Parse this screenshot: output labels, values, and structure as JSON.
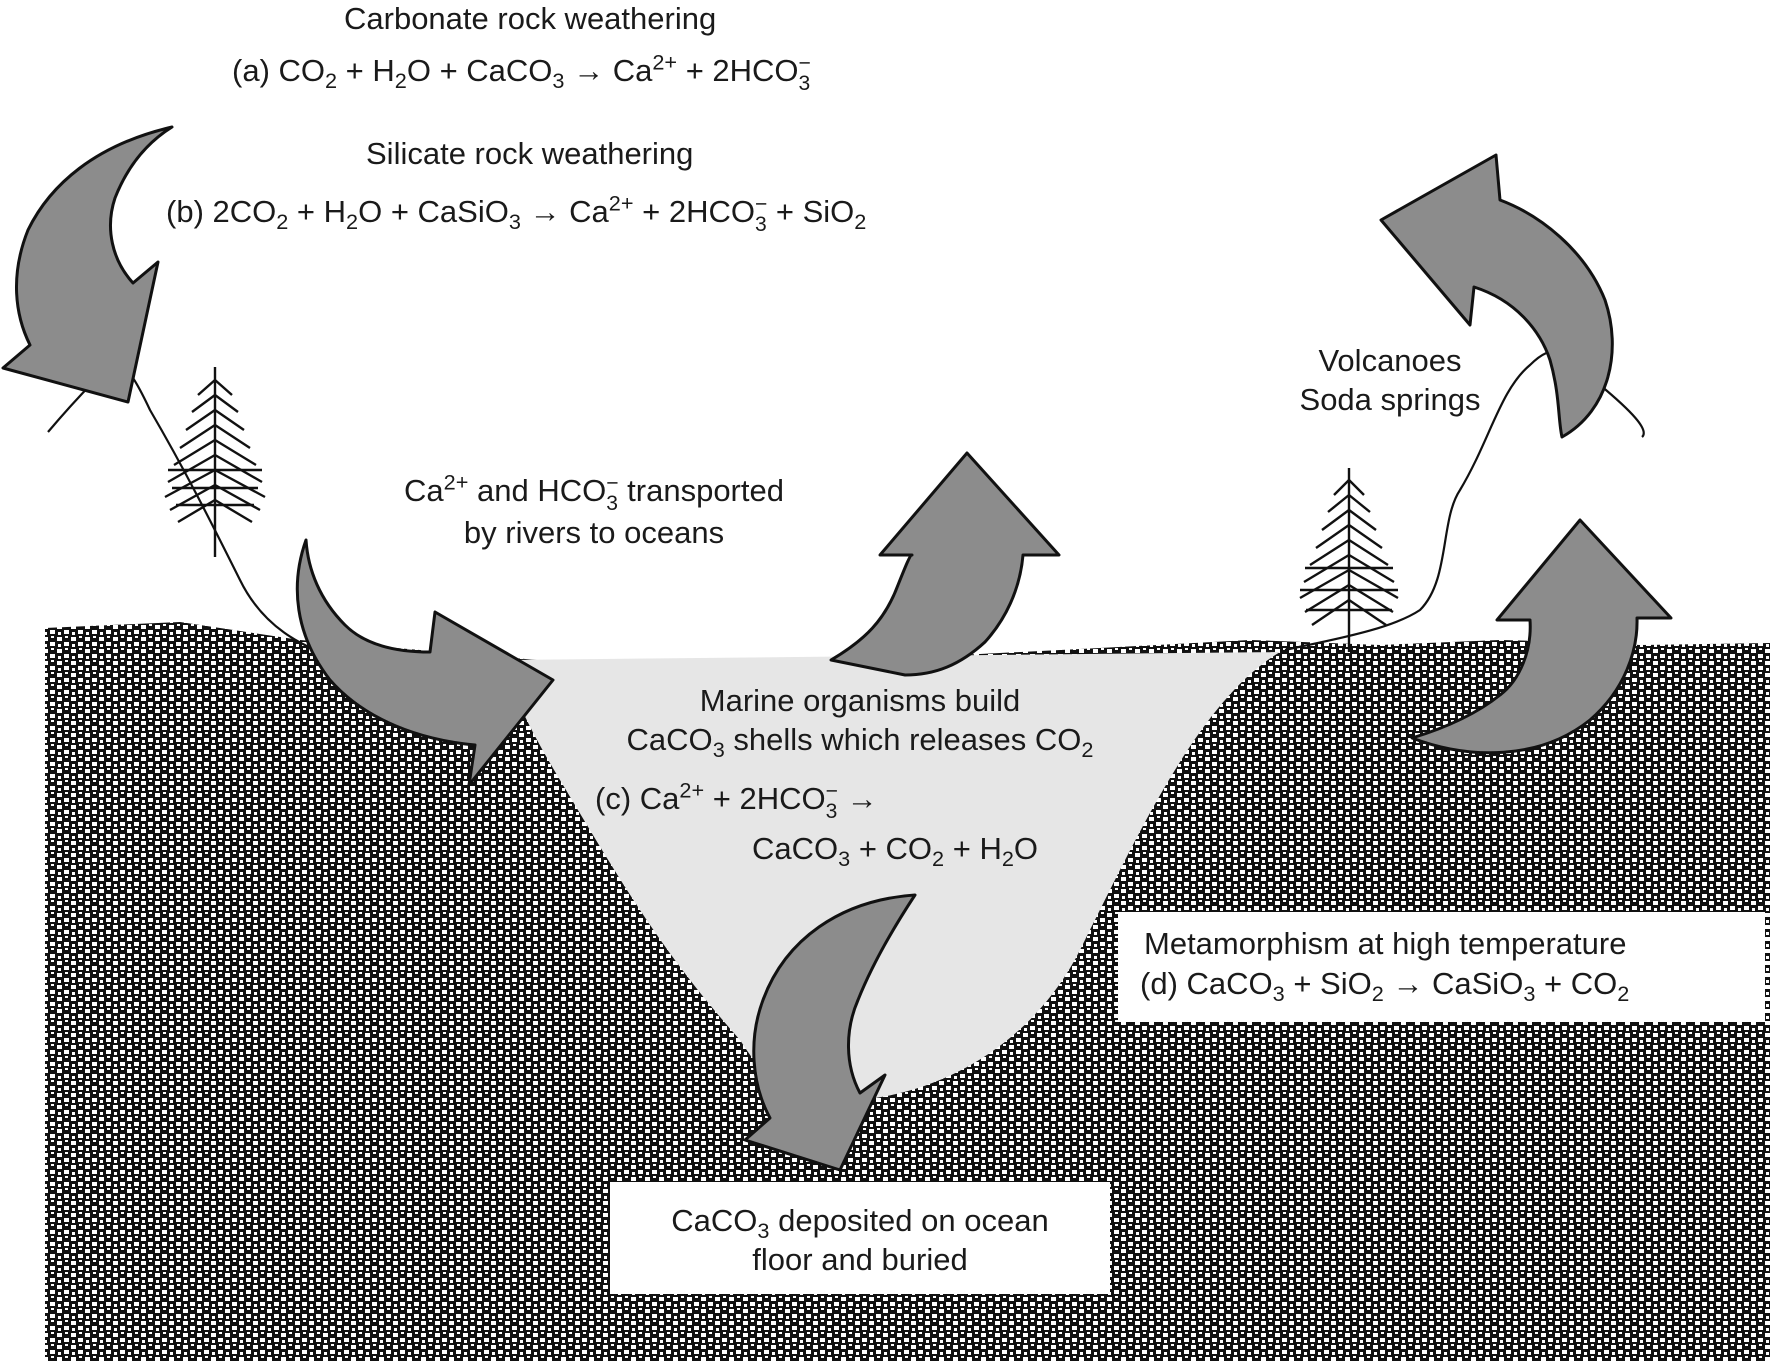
{
  "colors": {
    "ground_dark": "#111111",
    "ground_light": "#ffffff",
    "ocean": "#e6e6e6",
    "arrow_fill": "#8c8c8c",
    "stroke": "#111111"
  },
  "icons": [
    "curved-arrow-icon",
    "tree-icon"
  ],
  "carbonate": {
    "title": "Carbonate rock weathering",
    "eq_prefix": "(a) CO",
    "eq_sub1": "2",
    "eq_mid1": " + H",
    "eq_sub2": "2",
    "eq_mid2": "O + CaCO",
    "eq_sub3": "3",
    "eq_mid3": " → Ca",
    "eq_sup1": "2+",
    "eq_mid4": " + 2HCO",
    "eq_minus": "−",
    "eq_three": "3"
  },
  "silicate": {
    "title": "Silicate rock weathering",
    "eq_prefix": "(b) 2CO",
    "eq_sub1": "2",
    "eq_mid1": " + H",
    "eq_sub2": "2",
    "eq_mid2": "O + CaSiO",
    "eq_sub3": "3",
    "eq_mid3": " → Ca",
    "eq_sup1": "2+",
    "eq_mid4": " + 2HCO",
    "eq_minus": "−",
    "eq_three": "3",
    "eq_mid5": " + SiO",
    "eq_sub4": "2"
  },
  "rivers": {
    "line1_a": "Ca",
    "line1_sup": "2+",
    "line1_b": " and HCO",
    "line1_minus": "−",
    "line1_three": "3",
    "line1_c": " transported",
    "line2": "by rivers to oceans"
  },
  "volcano": {
    "line1": "Volcanoes",
    "line2": "Soda springs"
  },
  "marine": {
    "line1": "Marine organisms build",
    "line2_a": "CaCO",
    "line2_sub": "3",
    "line2_b": " shells which releases CO",
    "line2_sub2": "2",
    "eq1_a": "(c) Ca",
    "eq1_sup": "2+",
    "eq1_b": " + 2HCO",
    "eq1_minus": "−",
    "eq1_three": "3",
    "eq1_c": " →",
    "eq2_a": "CaCO",
    "eq2_sub1": "3",
    "eq2_b": " + CO",
    "eq2_sub2": "2",
    "eq2_c": " + H",
    "eq2_sub3": "2",
    "eq2_d": "O"
  },
  "metamorphism": {
    "title": "Metamorphism at high temperature",
    "eq_a": "(d) CaCO",
    "eq_sub1": "3",
    "eq_b": " + SiO",
    "eq_sub2": "2",
    "eq_c": " → CaSiO",
    "eq_sub3": "3",
    "eq_d": " + CO",
    "eq_sub4": "2"
  },
  "deposit": {
    "line1_a": "CaCO",
    "line1_sub": "3",
    "line1_b": " deposited on ocean",
    "line2": "floor and buried"
  }
}
